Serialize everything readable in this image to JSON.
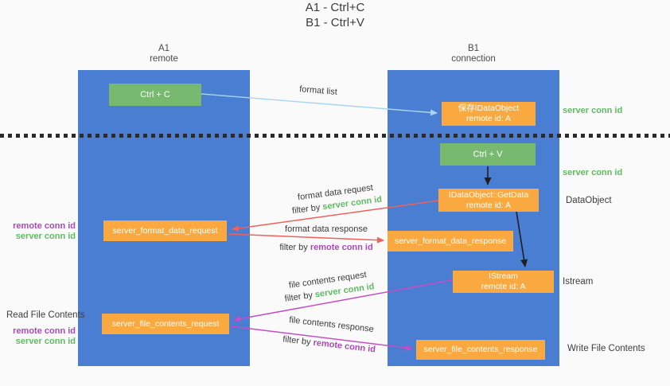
{
  "title": {
    "line1": "A1 - Ctrl+C",
    "line2": "B1 - Ctrl+V"
  },
  "columns": {
    "left": {
      "name": "A1",
      "role": "remote"
    },
    "right": {
      "name": "B1",
      "role": "connection"
    }
  },
  "nodes": {
    "ctrl_c": {
      "label": "Ctrl + C"
    },
    "ctrl_v": {
      "label": "Ctrl + V"
    },
    "save_dataobject": {
      "line1": "保存IDataObject",
      "line2": "remote id: A"
    },
    "getdata": {
      "line1": "IDataObject::GetData",
      "line2": "remote id: A"
    },
    "istream": {
      "line1": "IStream",
      "line2": "remote id: A"
    },
    "server_format_data_request": {
      "label": "server_format_data_request"
    },
    "server_format_data_response": {
      "label": "server_format_data_response"
    },
    "server_file_contents_request": {
      "label": "server_file_contents_request"
    },
    "server_file_contents_response": {
      "label": "server_file_contents_response"
    }
  },
  "arrows": {
    "format_list": {
      "label": "format list"
    },
    "format_data_request": {
      "label": "format data request",
      "filter_prefix": "filter by",
      "filter_key": "server conn id"
    },
    "format_data_response": {
      "label": "format data response",
      "filter_prefix": "filter by",
      "filter_key": "remote conn id"
    },
    "file_contents_request": {
      "label": "file contents request",
      "filter_prefix": "filter by",
      "filter_key": "server conn id"
    },
    "file_contents_response": {
      "label": "file contents response",
      "filter_prefix": "filter by",
      "filter_key": "remote conn id"
    }
  },
  "side_labels": {
    "server_conn_id_top": "server conn id",
    "server_conn_id_mid": "server conn id",
    "dataobject": "DataObject",
    "istream": "Istream",
    "write_file_contents": "Write File Contents",
    "read_file_contents": "Read File Contents",
    "left_pair1": {
      "remote": "remote conn id",
      "server": "server conn id"
    },
    "left_pair2": {
      "remote": "remote conn id",
      "server": "server conn id"
    }
  },
  "colors": {
    "column_blue": "#4a7ed2",
    "node_green": "#77b96f",
    "node_orange": "#f9a93f",
    "text_green": "#5fba62",
    "text_purple": "#a94ab8",
    "arrow_red": "#ec625c",
    "arrow_magenta": "#c44fc4",
    "arrow_lightblue": "#a8d6f2",
    "arrow_black": "#1f1f1f"
  }
}
